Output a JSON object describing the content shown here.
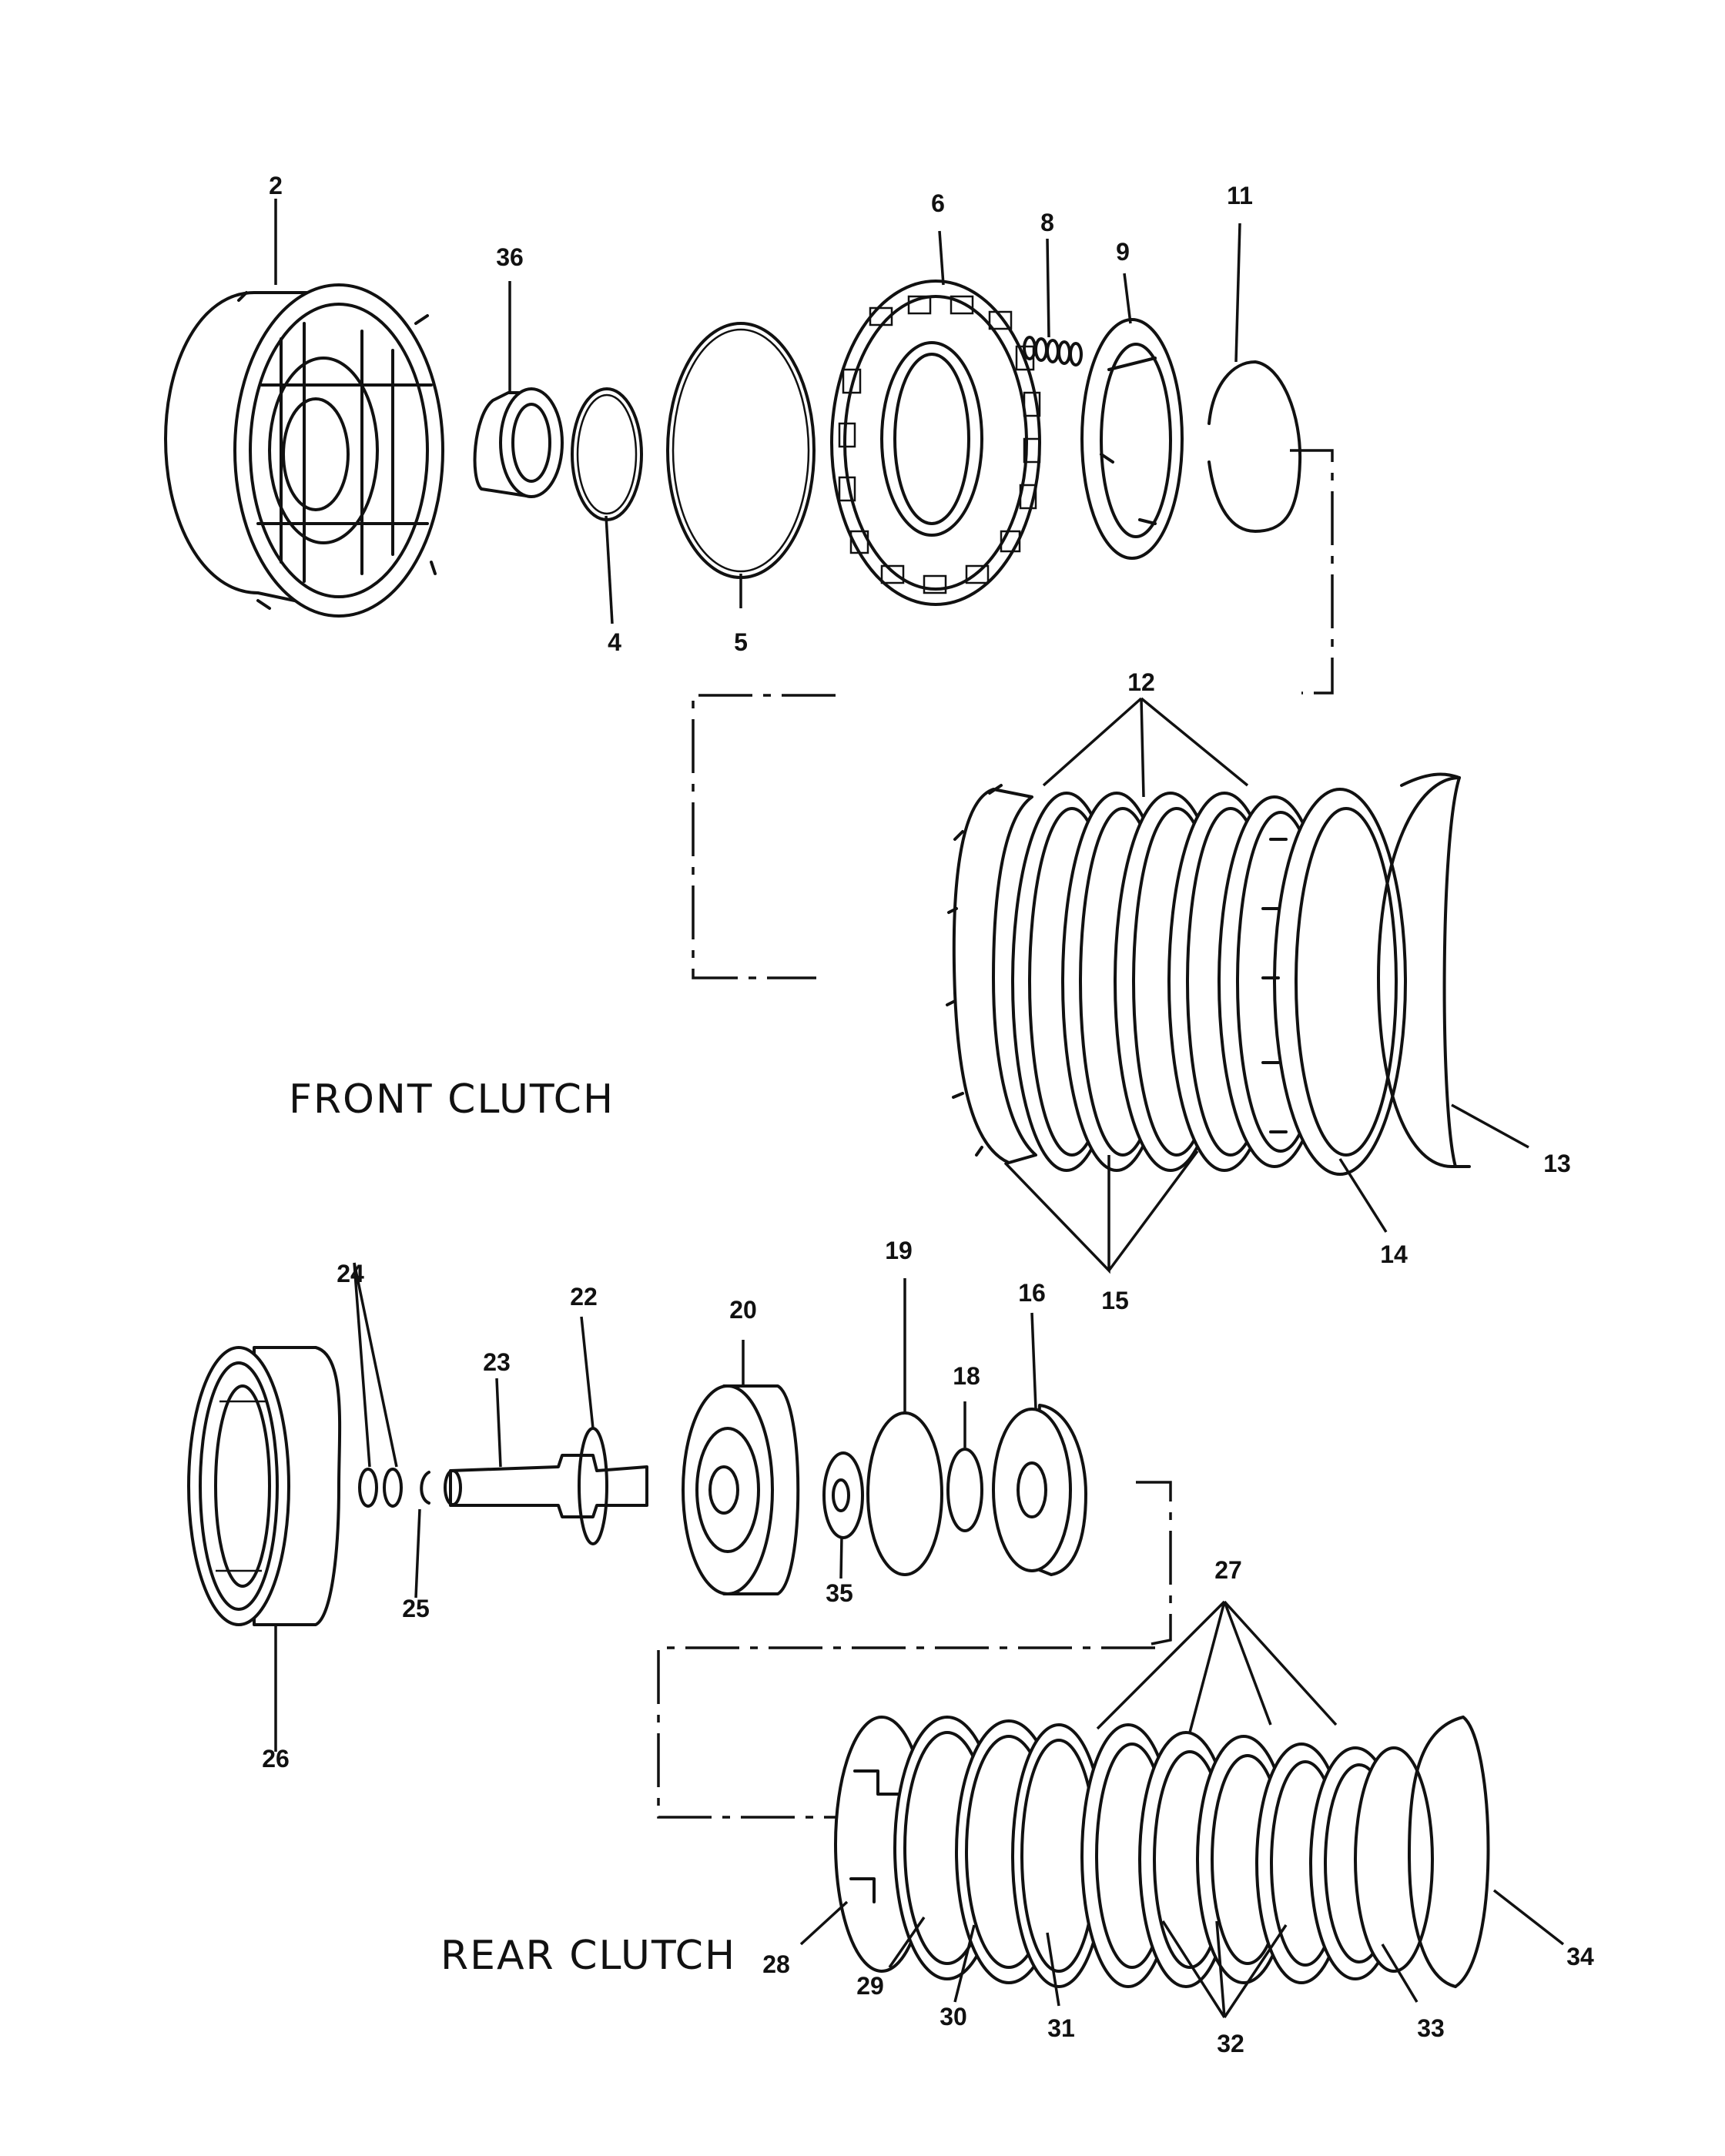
{
  "sections": {
    "front": "FRONT  CLUTCH",
    "rear": "REAR  CLUTCH"
  },
  "callouts": [
    {
      "id": "c2",
      "text": "2"
    },
    {
      "id": "c36",
      "text": "36"
    },
    {
      "id": "c6",
      "text": "6"
    },
    {
      "id": "c8",
      "text": "8"
    },
    {
      "id": "c9",
      "text": "9"
    },
    {
      "id": "c11",
      "text": "11"
    },
    {
      "id": "c4",
      "text": "4"
    },
    {
      "id": "c5",
      "text": "5"
    },
    {
      "id": "c12",
      "text": "12"
    },
    {
      "id": "c13",
      "text": "13"
    },
    {
      "id": "c14",
      "text": "14"
    },
    {
      "id": "c15",
      "text": "15"
    },
    {
      "id": "c19",
      "text": "19"
    },
    {
      "id": "c24",
      "text": "24"
    },
    {
      "id": "c22",
      "text": "22"
    },
    {
      "id": "c20",
      "text": "20"
    },
    {
      "id": "c16",
      "text": "16"
    },
    {
      "id": "c18",
      "text": "18"
    },
    {
      "id": "c23",
      "text": "23"
    },
    {
      "id": "c25",
      "text": "25"
    },
    {
      "id": "c35",
      "text": "35"
    },
    {
      "id": "c26",
      "text": "26"
    },
    {
      "id": "c27",
      "text": "27"
    },
    {
      "id": "c28",
      "text": "28"
    },
    {
      "id": "c29",
      "text": "29"
    },
    {
      "id": "c30",
      "text": "30"
    },
    {
      "id": "c31",
      "text": "31"
    },
    {
      "id": "c32",
      "text": "32"
    },
    {
      "id": "c33",
      "text": "33"
    },
    {
      "id": "c34",
      "text": "34"
    }
  ]
}
